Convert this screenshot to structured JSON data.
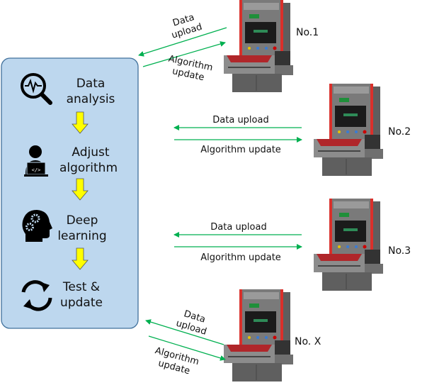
{
  "colors": {
    "panel_fill": "#bdd7ee",
    "panel_border": "#41719c",
    "arrow_green": "#00b050",
    "step_arrow": "#ffff00",
    "machine_body": "#808080",
    "machine_accent": "#d9302b"
  },
  "workflow": {
    "steps": [
      {
        "icon": "magnifier-pulse-icon",
        "line1": "Data",
        "line2": "analysis"
      },
      {
        "icon": "person-laptop-code-icon",
        "line1": "Adjust",
        "line2": "algorithm"
      },
      {
        "icon": "head-gears-icon",
        "line1": "Deep",
        "line2": "learning"
      },
      {
        "icon": "refresh-arrows-icon",
        "line1": "Test &",
        "line2": "update"
      }
    ]
  },
  "machines": [
    {
      "label": "No.1",
      "upload": [
        "Data",
        "upload"
      ],
      "update": [
        "Algorithm",
        "update"
      ]
    },
    {
      "label": "No.2",
      "upload": "Data upload",
      "update": "Algorithm update"
    },
    {
      "label": "No.3",
      "upload": "Data upload",
      "update": "Algorithm update"
    },
    {
      "label": "No. X",
      "upload": [
        "Data",
        "upload"
      ],
      "update": [
        "Algorithm",
        "update"
      ]
    }
  ]
}
